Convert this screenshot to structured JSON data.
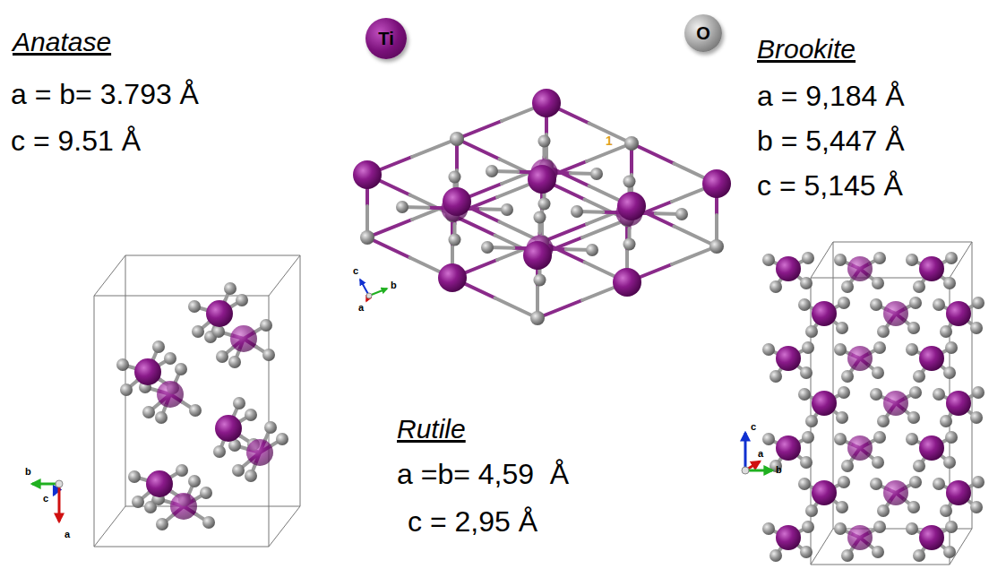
{
  "diagram": {
    "nodes": [
      {
        "text": [
          "Ti"
        ]
      },
      {
        "text": [
          "O"
        ]
      }
    ],
    "labels": [
      "Anatase",
      "a = b= 3.793 Å",
      "c = 9.51 Å",
      "Brookite",
      "a = 9,184 Å",
      "b = 5,447 Å",
      "c = 5,145 Å",
      "1",
      "c",
      "b",
      "a",
      "Rutile",
      "a =b= 4,59  Å",
      "c = 2,95 Å",
      "c",
      "a",
      "b",
      "b",
      "c",
      "a"
    ]
  }
}
